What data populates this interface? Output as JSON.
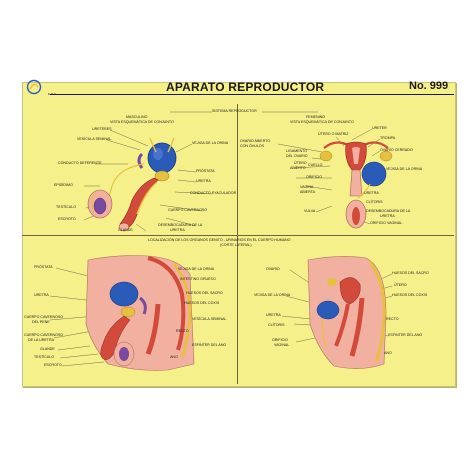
{
  "header": {
    "title": "APARATO REPRODUCTOR",
    "number": "No. 999",
    "logo_text": "E.R.U."
  },
  "sections": {
    "top_center": "SISTEMA REPRODUCTOR",
    "bottom_center": "LOCALIZACIÓN DE LOS ORGANOS GENITO - URINARIOS EN EL CUERPO HUMANO",
    "bottom_center_sub": "(CORTE LATERAL)"
  },
  "male_top": {
    "heading": "MASCULINO",
    "subheading": "VISTA ESQUEMÁTICA DE CONJUNTO",
    "labels": {
      "ureteres": "URETERES",
      "vesicula_seminal": "VESÍCULA SEMINAL",
      "vejiga": "VEJIGA DE LA ORINA",
      "conducto_deferente": "CONDUCTO DEFERENTE",
      "prostata": "PRÓSTATA",
      "uretra": "URETRA",
      "epididimo": "EPIDÍDIMO",
      "conducto_eyaculador": "CONDUCTO EYACULADOR",
      "testiculo": "TESTÍCULO",
      "cuerpo_cavernoso": "CUERPO CAVERNOSO",
      "escroto": "ESCROTO",
      "desembocadura": "DESEMBOCADURA DE LA",
      "desembocadura2": "URETRA",
      "glande": "GLANDE"
    }
  },
  "female_top": {
    "heading": "FEMENINO",
    "subheading": "VISTA ESQUEMÁTICA DE CONJUNTO",
    "labels": {
      "ureter": "URETER",
      "utero_matriz": "ÚTERO O MATRIZ",
      "trompa": "TROMPA",
      "ovario_abierto": "OVARIO ABIERTO",
      "con_ovulos": "CON ÓVULOS",
      "ligamento": "LIGAMENTO",
      "del_ovario": "DEL OVARIO",
      "utero_abierto": "ÚTERO",
      "utero_abierto2": "ABIERTO",
      "ovario_cerrado": "OVARIO CERRADO",
      "cuello": "CUELLO",
      "vejiga": "VEJIGA DE LA ORINA",
      "orificio": "ORIFICIO",
      "vagina_abierta": "VAGINA",
      "vagina_abierta2": "ABIERTA",
      "uretra": "URETRA",
      "clitoris": "CLÍTORIS",
      "vulva": "VULVA",
      "desembocadura": "DESEMBOCADURA DE LA",
      "desembocadura2": "URETRA",
      "orificio_vaginal": "ORIFICIO VAGINAL"
    }
  },
  "male_bottom": {
    "labels": {
      "prostata": "PRÓSTATA",
      "uretra": "URETRA",
      "cuerpo_cavernoso": "CUERPO CAVERNOSO",
      "del_pene": "DEL PENE",
      "cuerpo_cavernoso2": "CUERPO CAVERNOSO",
      "de_la_uretra": "DE LA URETRA",
      "glande": "GLANDE",
      "testiculo": "TESTÍCULO",
      "escroto": "ESCROTO",
      "vejiga": "VEJIGA DE LA ORINA",
      "intestino": "INTESTINO GRUESO",
      "sacro": "HUESOS DEL SACRO",
      "coxis": "HUESOS DEL COXIS",
      "vesicula": "VESÍCULA SEMINAL",
      "recto": "RECTO",
      "esfinter": "ESFINTER DEL ANO",
      "ano": "ANO"
    }
  },
  "female_bottom": {
    "labels": {
      "ovario": "OVARIO",
      "vejiga": "VEJIGA DE LA ORINA",
      "uretra": "URETRA",
      "clitoris": "CLÍTORIS",
      "orificio": "ORIFICIO",
      "vaginal": "VAGINAL",
      "sacro": "HUESOS DEL SACRO",
      "utero": "ÚTERO",
      "coxis": "HUESOS DEL COXIS",
      "recto": "RECTO",
      "esfinter": "ESFINTER DEL ANO",
      "ano": "ANO"
    }
  },
  "colors": {
    "background": "#f6f08a",
    "bladder_blue": "#2a5bb8",
    "tissue_pink": "#f2b0a0",
    "muscle_red": "#d24a3a",
    "gland_yellow": "#e8c040",
    "vessel_purple": "#7a4aa0"
  }
}
